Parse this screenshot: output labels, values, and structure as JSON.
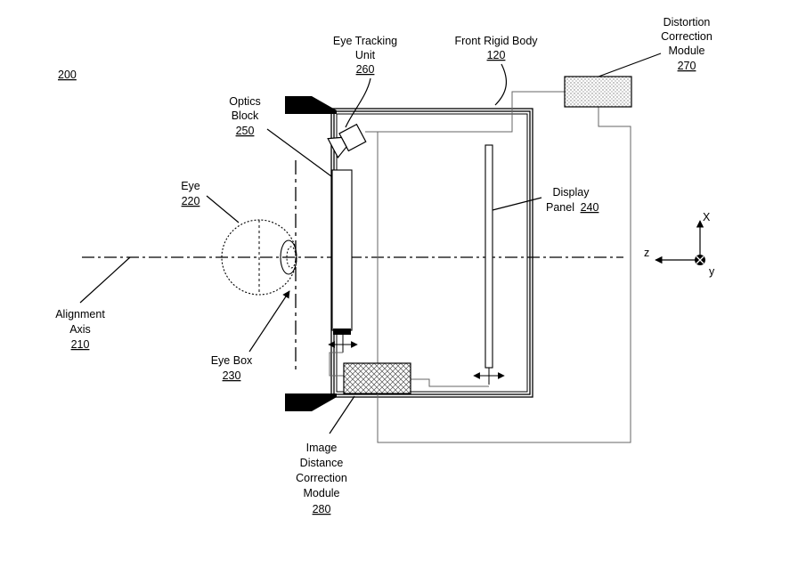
{
  "figure_number": "200",
  "labels": {
    "eye_tracking": {
      "line1": "Eye Tracking",
      "line2": "Unit",
      "ref": "260"
    },
    "front_body": {
      "line1": "Front Rigid Body",
      "ref": "120"
    },
    "distortion": {
      "line1": "Distortion",
      "line2": "Correction",
      "line3": "Module",
      "ref": "270"
    },
    "optics": {
      "line1": "Optics",
      "line2": "Block",
      "ref": "250"
    },
    "eye": {
      "line1": "Eye",
      "ref": "220"
    },
    "display": {
      "line1": "Display",
      "line2": "Panel",
      "ref": "240"
    },
    "alignment": {
      "line1": "Alignment",
      "line2": "Axis",
      "ref": "210"
    },
    "eyebox": {
      "line1": "Eye Box",
      "ref": "230"
    },
    "image_distance": {
      "line1": "Image",
      "line2": "Distance",
      "line3": "Correction",
      "line4": "Module",
      "ref": "280"
    }
  },
  "axes": {
    "x": "X",
    "y": "y",
    "z": "z"
  },
  "colors": {
    "line": "#000000",
    "wire": "#666666",
    "stipple": "#bbbbbb"
  }
}
